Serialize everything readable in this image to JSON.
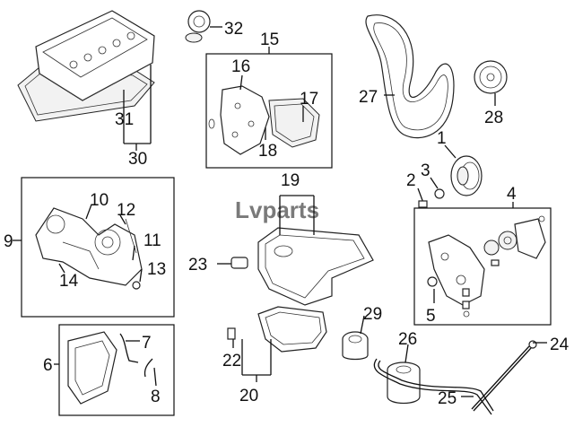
{
  "watermark": {
    "text": "vparts",
    "prefix_glyph": "L"
  },
  "callouts": {
    "n1": "1",
    "n2": "2",
    "n3": "3",
    "n4": "4",
    "n5": "5",
    "n6": "6",
    "n7": "7",
    "n8": "8",
    "n9": "9",
    "n10": "10",
    "n11": "11",
    "n12": "12",
    "n13": "13",
    "n14": "14",
    "n15": "15",
    "n16": "16",
    "n17": "17",
    "n18": "18",
    "n19": "19",
    "n20": "20",
    "n22": "22",
    "n23": "23",
    "n24": "24",
    "n25": "25",
    "n26": "26",
    "n27": "27",
    "n28": "28",
    "n29": "29",
    "n30": "30",
    "n31": "31",
    "n32": "32"
  }
}
